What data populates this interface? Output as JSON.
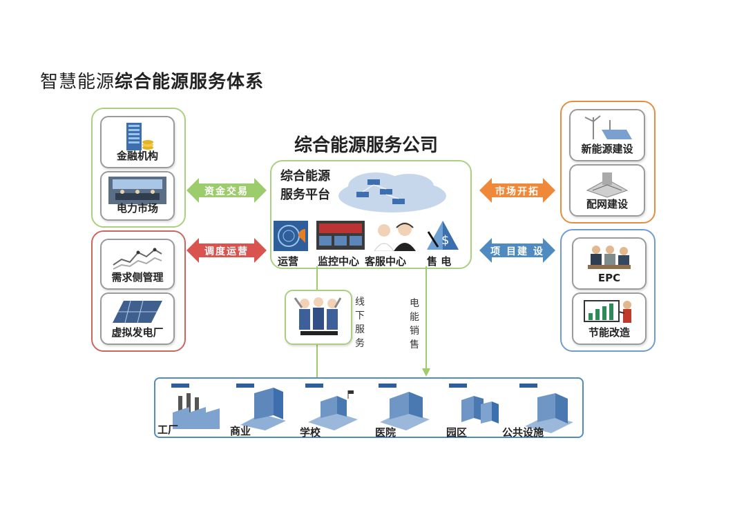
{
  "title": {
    "prefix": "智慧能源",
    "main": "综合能源服务体系"
  },
  "company_title": "综合能源服务公司",
  "platform": {
    "line1": "综合能源",
    "line2": "服务平台",
    "items": [
      "运营",
      "监控中心",
      "客服中心",
      "售 电"
    ]
  },
  "left_top": {
    "items": [
      "金融机构",
      "电力市场"
    ]
  },
  "left_bottom": {
    "items": [
      "需求侧管理",
      "虚拟发电厂"
    ]
  },
  "right_top": {
    "items": [
      "新能源建设",
      "配网建设"
    ]
  },
  "right_bottom": {
    "items": [
      "EPC",
      "节能改造"
    ]
  },
  "arrows": {
    "left_top": "资金交易",
    "left_bottom": "调度运营",
    "right_top": "市场开拓",
    "right_bottom": "项 目建 设"
  },
  "offline_service": [
    "线",
    "下",
    "服",
    "务"
  ],
  "power_sales": [
    "电",
    "能",
    "销",
    "售"
  ],
  "customers": [
    "工厂",
    "商业",
    "学校",
    "医院",
    "园区",
    "公共设施"
  ],
  "colors": {
    "green": "#9ccc6c",
    "red": "#d9534f",
    "orange": "#f0883a",
    "blue": "#4f8bc0",
    "left_top_border": "#a9cf7f",
    "left_bottom_border": "#c9665e",
    "right_top_border": "#e58d3e",
    "right_bottom_border": "#6f9bd0"
  }
}
